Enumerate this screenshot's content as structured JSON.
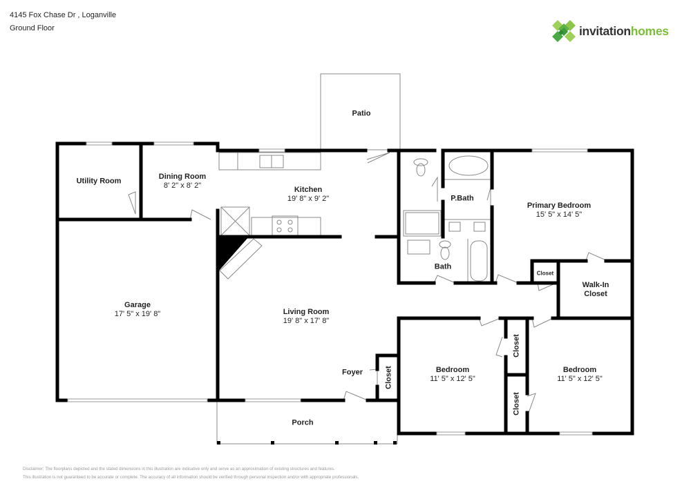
{
  "header": {
    "address": "4145 Fox Chase Dr , Loganville",
    "floor": "Ground Floor"
  },
  "brand": {
    "logo_icon": "clover-diamond-logo-icon",
    "name_part1": "invitation",
    "name_part2": "homes",
    "colors": {
      "dark": "#333333",
      "green": "#7cbd3c",
      "green_dark": "#3e9a3a"
    }
  },
  "rooms": {
    "utility": {
      "name": "Utility Room",
      "dims": ""
    },
    "dining": {
      "name": "Dining Room",
      "dims": "8' 2\" x 8' 2\""
    },
    "kitchen": {
      "name": "Kitchen",
      "dims": "19' 8\" x 9' 2\""
    },
    "patio": {
      "name": "Patio",
      "dims": ""
    },
    "pbath": {
      "name": "P.Bath",
      "dims": ""
    },
    "primary_bedroom": {
      "name": "Primary Bedroom",
      "dims": "15' 5\" x 14' 5\""
    },
    "bath": {
      "name": "Bath",
      "dims": ""
    },
    "closet_primary": {
      "name": "Closet",
      "dims": ""
    },
    "walkin_closet": {
      "name": "Walk-In Closet",
      "line1": "Walk-In",
      "line2": "Closet"
    },
    "garage": {
      "name": "Garage",
      "dims": "17' 5\" x 19' 8\""
    },
    "living": {
      "name": "Living Room",
      "dims": "19' 8\" x 17' 8\""
    },
    "foyer": {
      "name": "Foyer",
      "dims": ""
    },
    "closet_foyer": {
      "name": "Closet",
      "dims": ""
    },
    "bedroom1": {
      "name": "Bedroom",
      "dims": "11' 5\" x 12' 5\""
    },
    "closet_bed_upper": {
      "name": "Closet",
      "dims": ""
    },
    "closet_bed_lower": {
      "name": "Closet",
      "dims": ""
    },
    "bedroom2": {
      "name": "Bedroom",
      "dims": "11' 5\" x 12' 5\""
    },
    "porch": {
      "name": "Porch",
      "dims": ""
    }
  },
  "disclaimer": {
    "line1": "Disclaimer: The floorplans depicted and the stated dimensions in this illustration are indicative only and serve as an approximation of existing structures and features.",
    "line2": "This illustration is not guaranteed to be accurate or complete. The accuracy of all information should be verified through personal inspection and/or with appropriate professionals."
  }
}
